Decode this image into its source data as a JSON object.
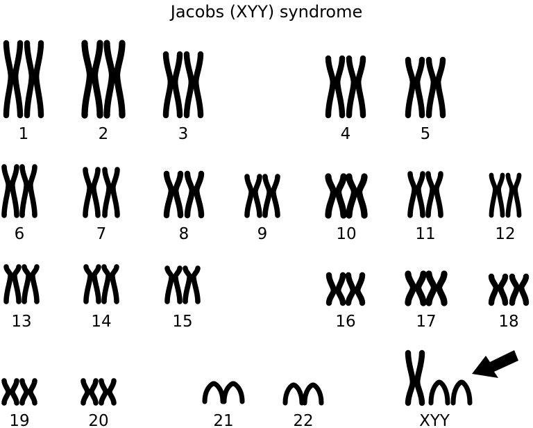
{
  "title": "Jacobs (XYY) syndrome",
  "ink_color": "#000000",
  "background_color": "#ffffff",
  "pairs": [
    {
      "label": "1"
    },
    {
      "label": "2"
    },
    {
      "label": "3"
    },
    {
      "label": "4"
    },
    {
      "label": "5"
    },
    {
      "label": "6"
    },
    {
      "label": "7"
    },
    {
      "label": "8"
    },
    {
      "label": "9"
    },
    {
      "label": "10"
    },
    {
      "label": "11"
    },
    {
      "label": "12"
    },
    {
      "label": "13"
    },
    {
      "label": "14"
    },
    {
      "label": "15"
    },
    {
      "label": "16"
    },
    {
      "label": "17"
    },
    {
      "label": "18"
    },
    {
      "label": "19"
    },
    {
      "label": "20"
    },
    {
      "label": "21"
    },
    {
      "label": "22"
    }
  ],
  "sex_chromosomes": {
    "label": "XYY",
    "count": 3
  },
  "pointer_icon": "arrow-left-icon"
}
